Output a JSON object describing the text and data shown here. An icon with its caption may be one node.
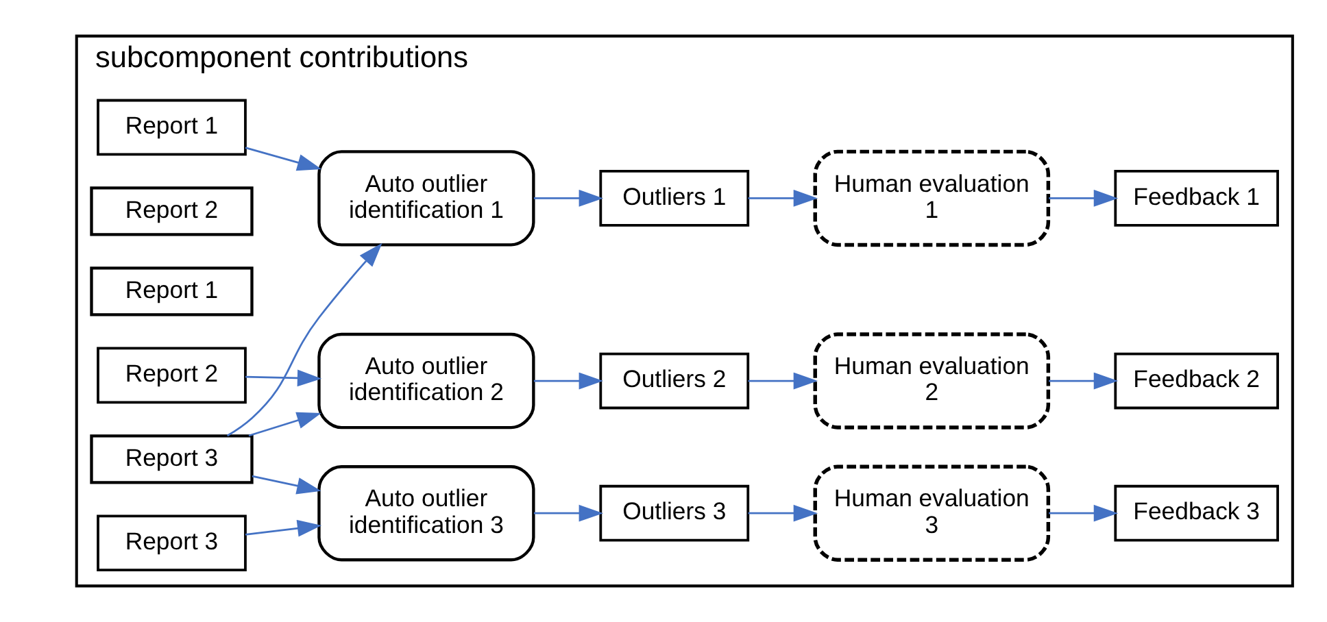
{
  "diagram": {
    "nodes": [
      {
        "text": [
          "subcomponent contributions"
        ]
      },
      {
        "text": [
          "Report 1"
        ],
        "in": 0
      },
      {
        "text": [
          "Report 2"
        ],
        "in": 0
      },
      {
        "text": [
          "Report 3"
        ],
        "in": 0
      },
      {
        "text": [
          "Report 1"
        ],
        "in": 0
      },
      {
        "text": [
          "Auto outlier identification 1"
        ],
        "in": 0
      },
      {
        "text": [
          "Outliers 1"
        ],
        "in": 0
      },
      {
        "text": [
          "Human evaluation 1"
        ],
        "in": 0
      },
      {
        "text": [
          "Feedback 1"
        ],
        "in": 0
      },
      {
        "text": [
          "Report 2"
        ],
        "in": 0
      },
      {
        "text": [
          "Auto outlier identification 2"
        ],
        "in": 0
      },
      {
        "text": [
          "Outliers 2"
        ],
        "in": 0
      },
      {
        "text": [
          "Human evaluation 2"
        ],
        "in": 0
      },
      {
        "text": [
          "Feedback 2"
        ],
        "in": 0
      },
      {
        "text": [
          "Report 3"
        ],
        "in": 0
      },
      {
        "text": [
          "Auto outlier identification 3"
        ],
        "in": 0
      },
      {
        "text": [
          "Outliers 3"
        ],
        "in": 0
      },
      {
        "text": [
          "Human evaluation 3"
        ],
        "in": 0
      },
      {
        "text": [
          "Feedback 3"
        ],
        "in": 0
      }
    ],
    "edges": [
      {
        "from": 3,
        "to": 5,
        "arrow": "to"
      },
      {
        "from": 3,
        "to": 10,
        "arrow": "to"
      },
      {
        "from": 3,
        "to": 15,
        "arrow": "to"
      },
      {
        "from": 4,
        "to": 5,
        "arrow": "to"
      },
      {
        "from": 5,
        "to": 6,
        "arrow": "to"
      },
      {
        "from": 6,
        "to": 7,
        "arrow": "to"
      },
      {
        "from": 7,
        "to": 8,
        "arrow": "to"
      },
      {
        "from": 9,
        "to": 10,
        "arrow": "to"
      },
      {
        "from": 10,
        "to": 11,
        "arrow": "to"
      },
      {
        "from": 11,
        "to": 12,
        "arrow": "to"
      },
      {
        "from": 12,
        "to": 13,
        "arrow": "to"
      },
      {
        "from": 14,
        "to": 15,
        "arrow": "to"
      },
      {
        "from": 15,
        "to": 16,
        "arrow": "to"
      },
      {
        "from": 16,
        "to": 17,
        "arrow": "to"
      },
      {
        "from": 17,
        "to": 18,
        "arrow": "to"
      }
    ]
  }
}
